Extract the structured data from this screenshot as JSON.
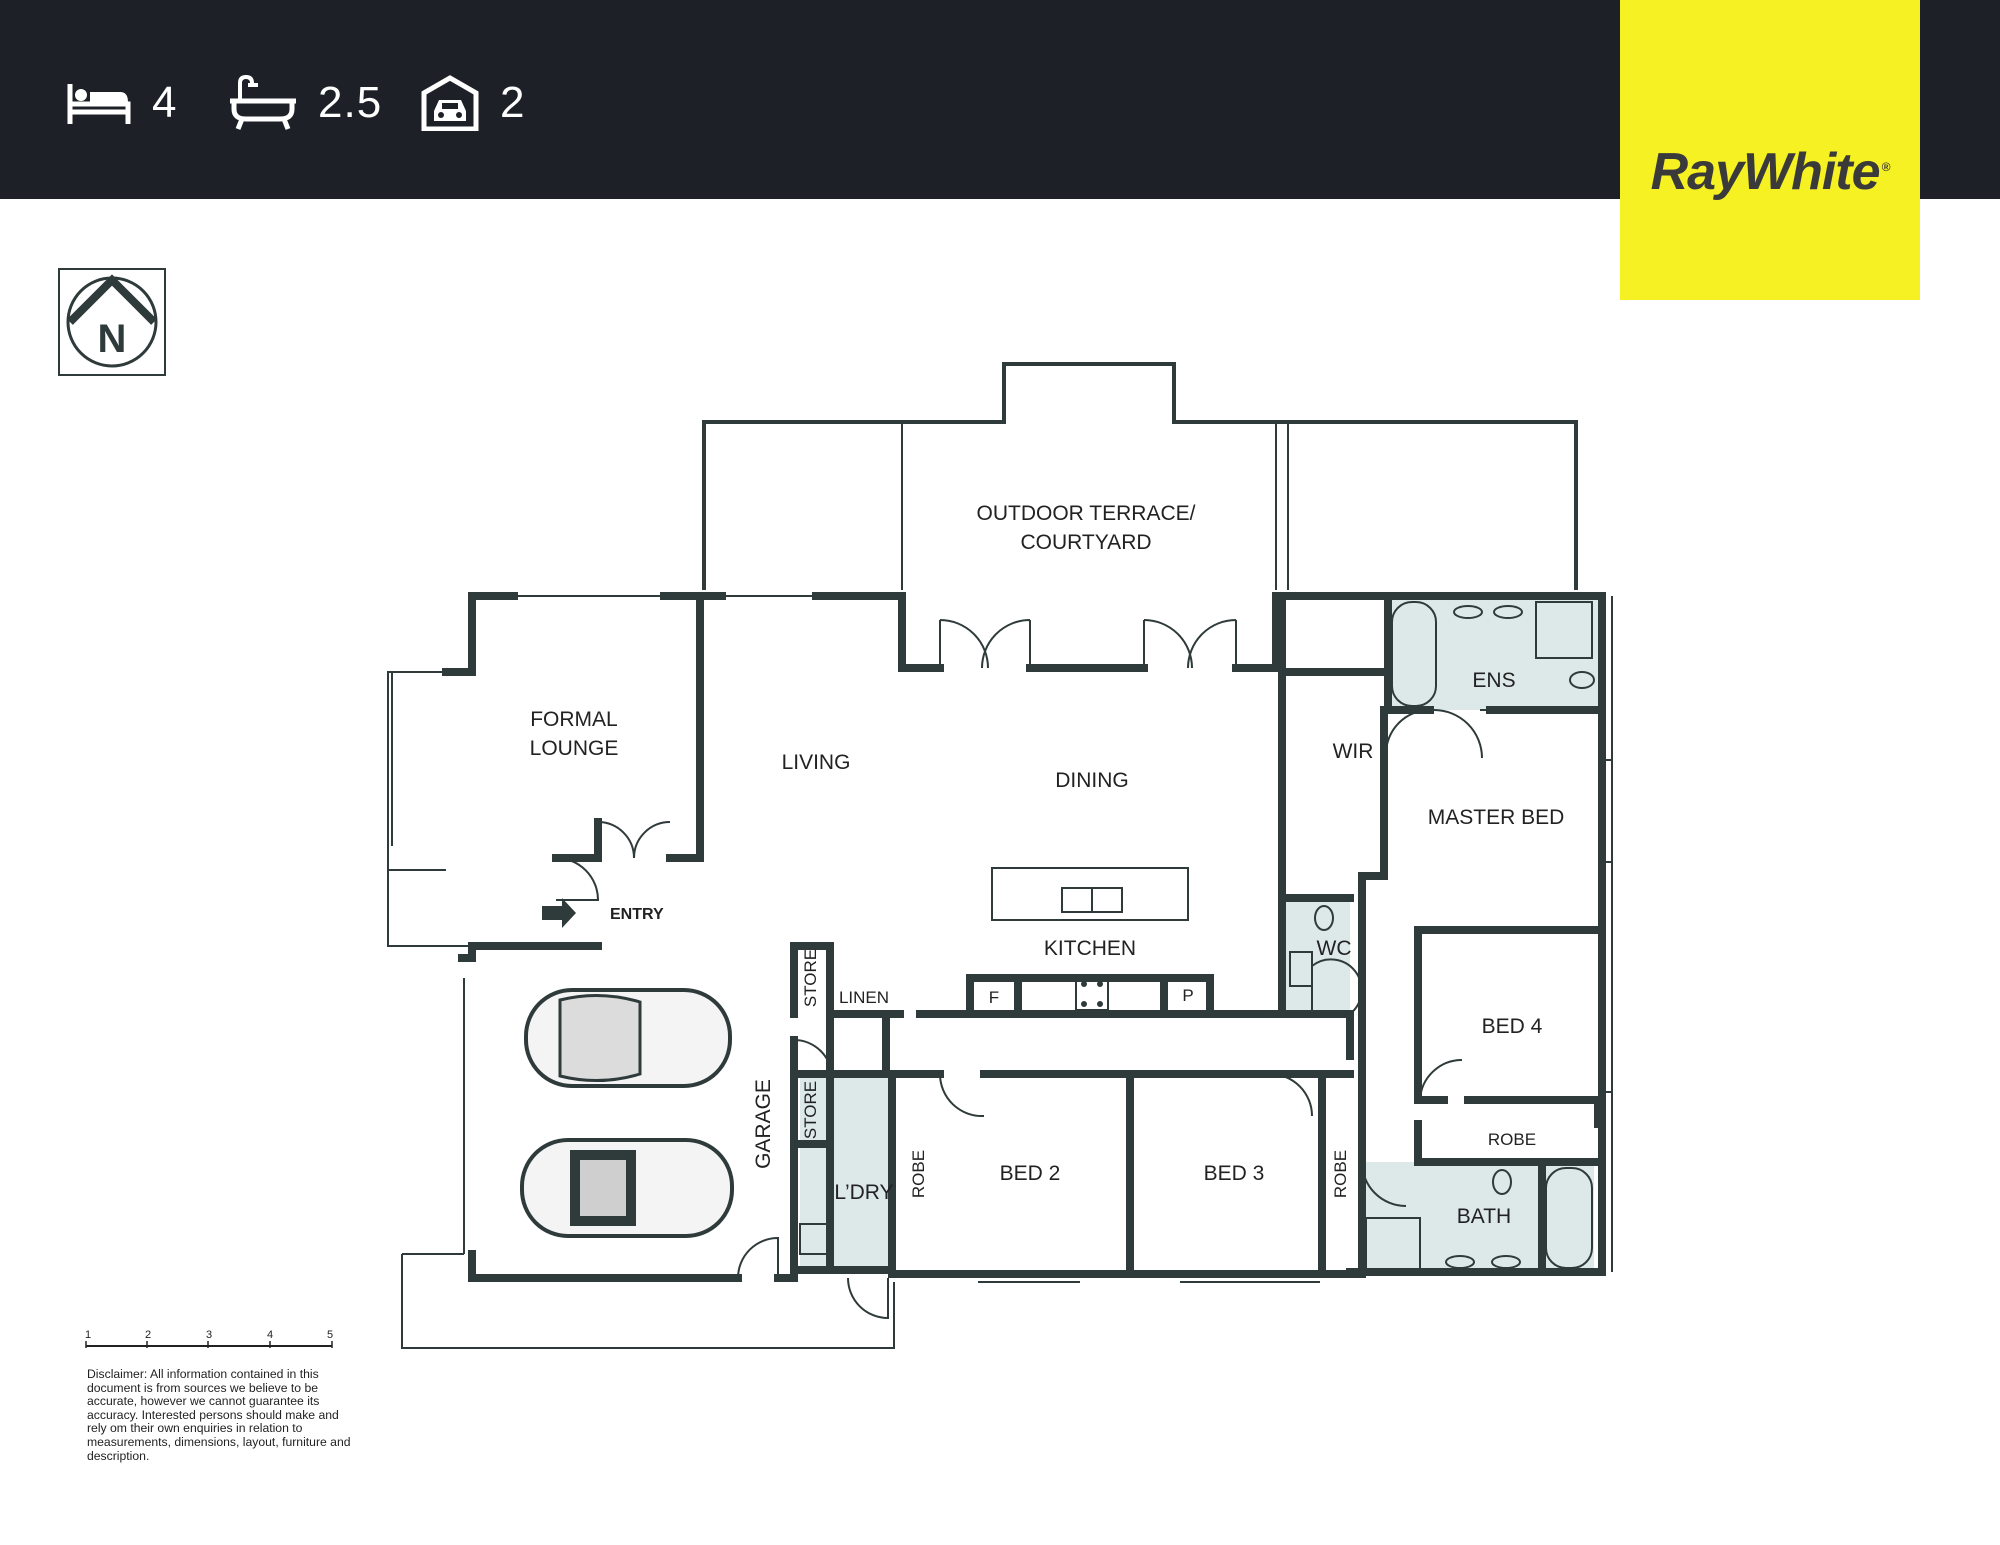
{
  "header": {
    "bedrooms": "4",
    "bathrooms": "2.5",
    "garage": "2",
    "icons": [
      "bed-icon",
      "bath-icon",
      "garage-icon"
    ]
  },
  "brand": {
    "name": "RayWhite",
    "reg": "®",
    "color": "#f5f122"
  },
  "compass": {
    "letter": "N"
  },
  "rooms": {
    "terrace_line1": "OUTDOOR TERRACE/",
    "terrace_line2": "COURTYARD",
    "formal_line1": "FORMAL",
    "formal_line2": "LOUNGE",
    "living": "LIVING",
    "dining": "DINING",
    "kitchen": "KITCHEN",
    "entry": "ENTRY",
    "wir": "WIR",
    "ens": "ENS",
    "master": "MASTER BED",
    "wc": "WC",
    "bed4": "BED 4",
    "robe_h": "ROBE",
    "bath": "BATH",
    "bed2": "BED 2",
    "bed3": "BED 3",
    "robe_left": "ROBE",
    "robe_right": "ROBE",
    "laundry": "L’DRY",
    "store_top": "STORE",
    "store_bottom": "STORE",
    "linen": "LINEN",
    "garage": "GARAGE",
    "fridge": "F",
    "pantry": "P"
  },
  "scale": {
    "labels": [
      "1",
      "2",
      "3",
      "4",
      "5"
    ]
  },
  "disclaimer": "Disclaimer: All information contained in this document is from sources we believe to be accurate, however we cannot guarantee its accuracy. Interested persons should make and rely om their own enquiries in relation to measurements, dimensions, layout, furniture and description.",
  "colors": {
    "topbar": "#1d2127",
    "wall": "#2f3a3a",
    "wet_area": "#dde8e8"
  }
}
